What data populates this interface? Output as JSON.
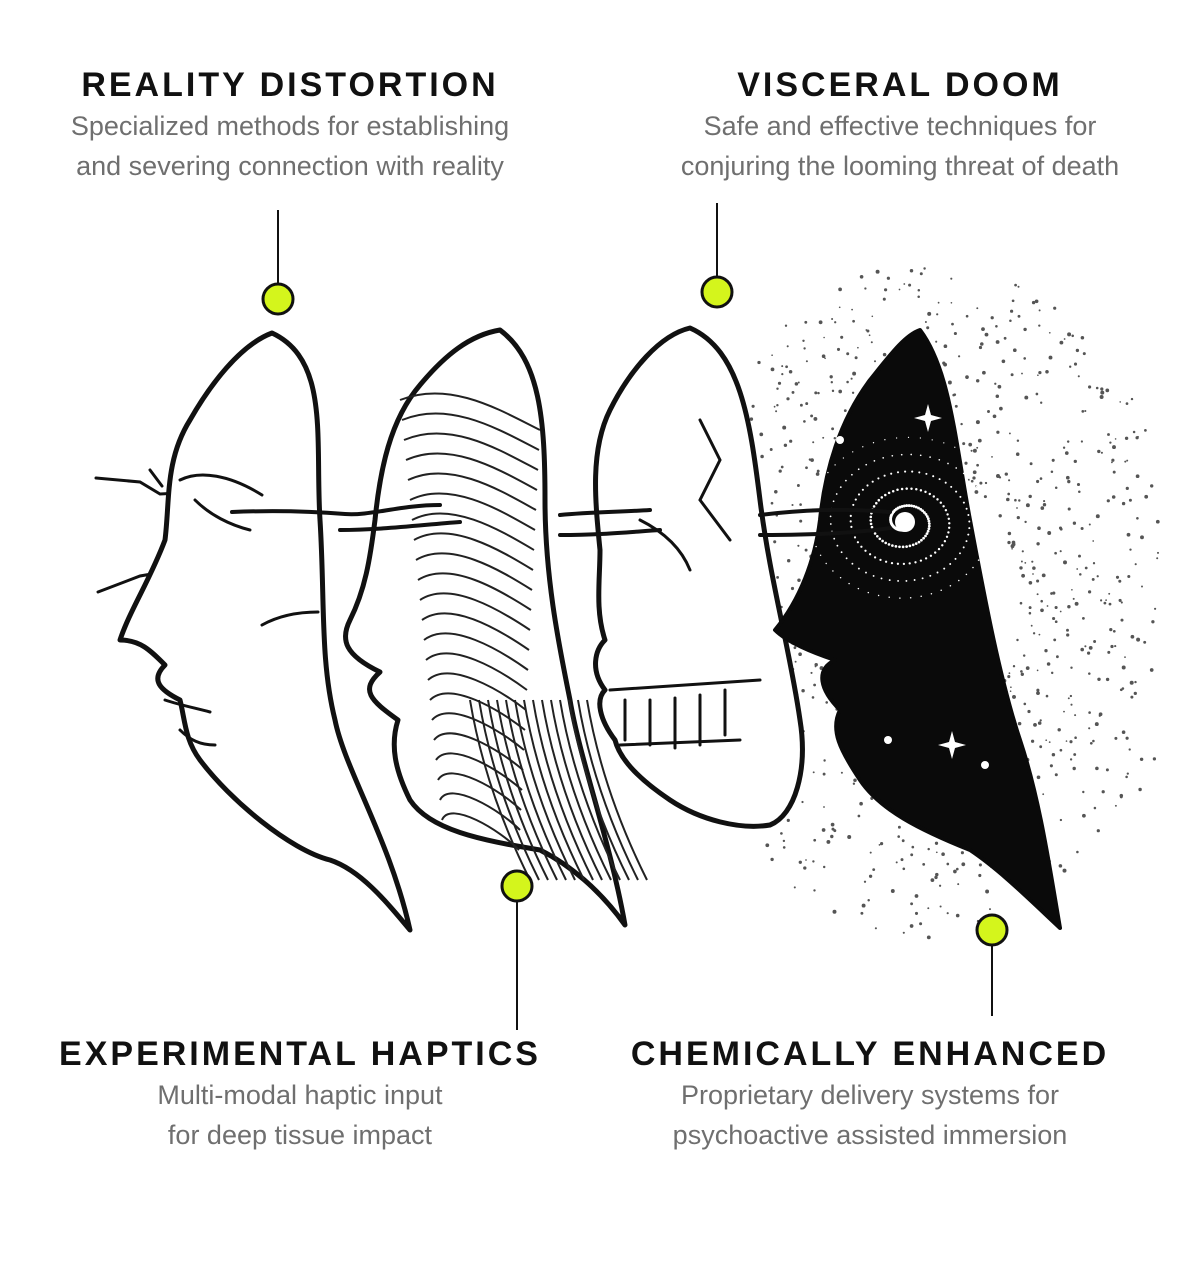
{
  "accent": "#d4f51c",
  "ink": "#111111",
  "muted": "#6f6f6f",
  "features": [
    {
      "title": "REALITY DISTORTION",
      "lines": [
        "Specialized methods for establishing",
        "and severing connection with reality"
      ]
    },
    {
      "title": "VISCERAL DOOM",
      "lines": [
        "Safe and effective techniques for",
        "conjuring the looming threat of death"
      ]
    },
    {
      "title": "EXPERIMENTAL HAPTICS",
      "lines": [
        "Multi-modal haptic input",
        "for deep tissue impact"
      ]
    },
    {
      "title": "CHEMICALLY ENHANCED",
      "lines": [
        "Proprietary delivery systems for",
        "psychoactive assisted immersion"
      ]
    }
  ],
  "icons": {
    "figure": "four-faces-profile-illustration",
    "marker": "callout-dot-icon"
  }
}
